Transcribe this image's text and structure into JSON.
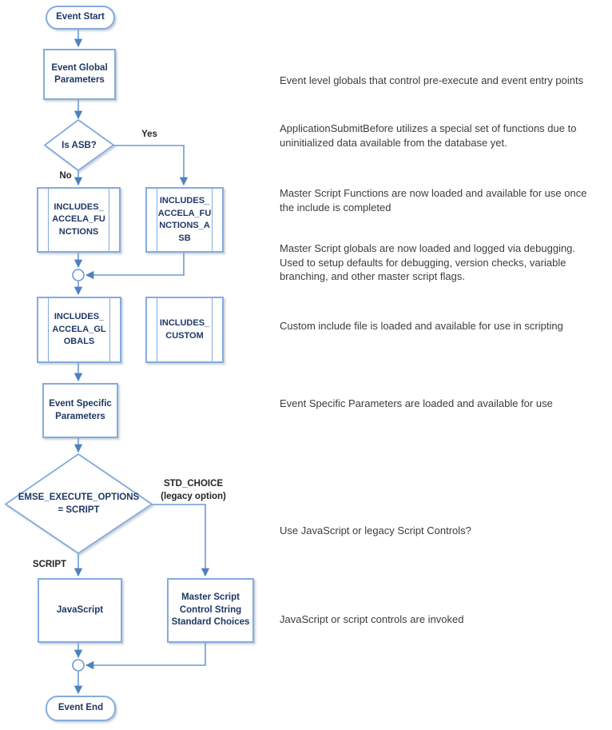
{
  "palette": {
    "shape_border": "#84ABDE",
    "connector_line": "#6B9BD3",
    "arrowhead": "#4E81BD",
    "shape_text": "#1F3864",
    "branch_label_text": "#252525",
    "annotation_text": "#3C3C3C",
    "shape_fill": "#FFFFFF"
  },
  "flowchart": {
    "start": {
      "label": "Event Start"
    },
    "event_global_parameters": {
      "label": "Event Global\nParameters"
    },
    "is_asb_decision": {
      "label": "Is ASB?"
    },
    "yes_label": "Yes",
    "no_label": "No",
    "includes_accela_functions": {
      "label": "INCLUDES_\nACCELA_FU\nNCTIONS"
    },
    "includes_accela_functions_asb": {
      "label": "INCLUDES_\nACCELA_FU\nNCTIONS_A\nSB"
    },
    "includes_accela_globals": {
      "label": "INCLUDES_\nACCELA_GL\nOBALS"
    },
    "includes_custom": {
      "label": "INCLUDES_\nCUSTOM"
    },
    "event_specific_parameters": {
      "label": "Event Specific\nParameters"
    },
    "emse_execute_options_decision": {
      "label": "EMSE_EXECUTE_OPTIONS\n= SCRIPT"
    },
    "std_choice_label": "STD_CHOICE\n(legacy option)",
    "script_label": "SCRIPT",
    "javascript": {
      "label": "JavaScript"
    },
    "master_script_control": {
      "label": "Master Script\nControl String\nStandard Choices"
    },
    "end": {
      "label": "Event End"
    }
  },
  "annotations": [
    {
      "text": "Event level globals that control pre-execute and event entry points"
    },
    {
      "text": "ApplicationSubmitBefore utilizes a special set of functions due to\nuninitialized data available from the database yet."
    },
    {
      "text": "Master Script Functions are now loaded and available for use once\nthe include is completed"
    },
    {
      "text": "Master Script globals are now loaded and logged via debugging.\nUsed to setup defaults for debugging, version checks, variable\nbranching, and other master script flags."
    },
    {
      "text": "Custom include file is loaded and available for use in scripting"
    },
    {
      "text": "Event Specific Parameters are loaded and available for use"
    },
    {
      "text": "Use JavaScript or legacy Script Controls?"
    },
    {
      "text": "JavaScript or script controls are invoked"
    }
  ]
}
